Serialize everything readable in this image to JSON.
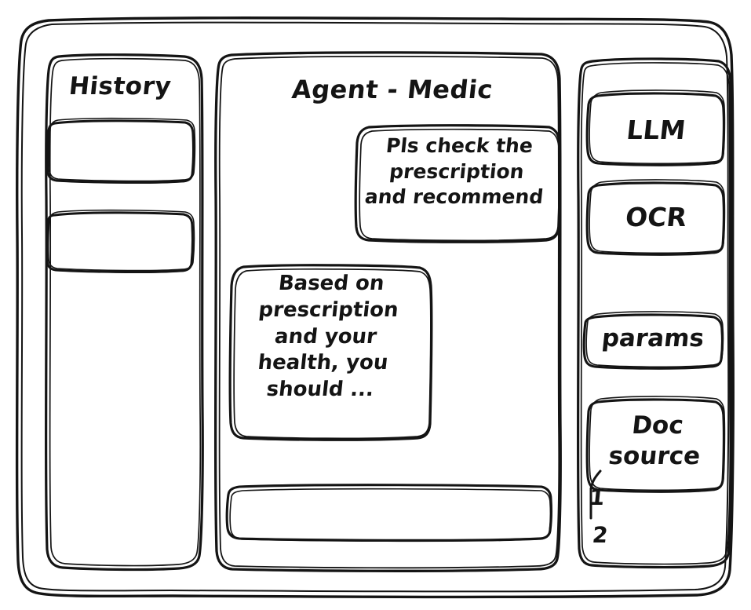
{
  "window": {
    "style": "hand-drawn-wireframe",
    "stroke_color": "#141414",
    "background_color": "#ffffff"
  },
  "sidebar_left": {
    "title": "History",
    "items": [
      {
        "label": ""
      },
      {
        "label": ""
      }
    ]
  },
  "main": {
    "title": "Agent - Medic",
    "messages": [
      {
        "role": "user",
        "text": "Pls check the\nprescription\nand recommend"
      },
      {
        "role": "agent",
        "text": "Based on\nprescription\nand your\nhealth, you\nshould ..."
      }
    ],
    "composer": {
      "value": "",
      "placeholder": ""
    }
  },
  "sidebar_right": {
    "buttons": [
      {
        "label": "LLM"
      },
      {
        "label": "OCR"
      },
      {
        "label": "params"
      },
      {
        "label": "Doc\nsource"
      }
    ],
    "markers": [
      {
        "label": "1"
      },
      {
        "label": "2"
      }
    ]
  }
}
